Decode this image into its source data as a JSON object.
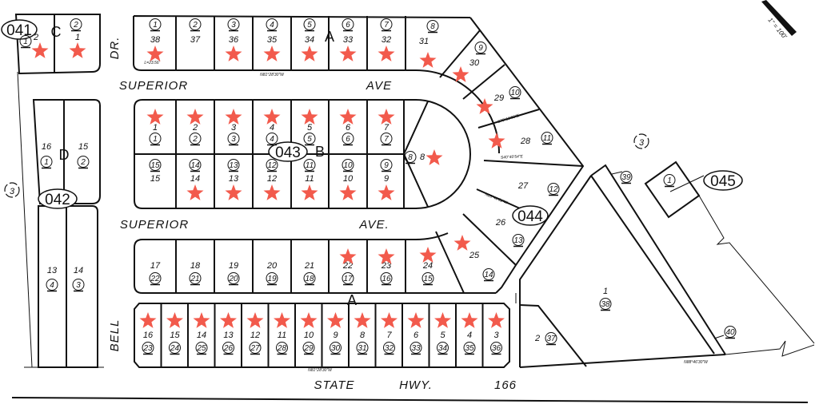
{
  "map": {
    "scale_label": "1\" = 100'",
    "area_number": "3",
    "book_pages": {
      "p041": "041",
      "p042": "042",
      "p043": "043",
      "p044": "044",
      "p045": "045"
    },
    "block_letters": {
      "north": "A",
      "south": "A",
      "middle": "B",
      "west_c": "C",
      "west_d": "D"
    },
    "streets": {
      "superior_north": "SUPERIOR",
      "ave_north": "AVE",
      "superior_south": "SUPERIOR",
      "ave_south": "AVE.",
      "dr": "DR.",
      "bell": "BELL",
      "state": "STATE",
      "hwy": "HWY.",
      "route": "166"
    },
    "bearings": {
      "north_row": "N81°28'30\"W",
      "bell_row": "N81°28'30\"W",
      "bottom": "N88°46'30\"W",
      "curve_north": "L=23.56'",
      "e_lot28": "S40°40'54\"E",
      "e_lot29": "S70°10'05\"E",
      "e_lot26": "N28°41'51\"W"
    },
    "star_color": "#f25a4c",
    "lots": {
      "north_row": [
        {
          "lot": "38",
          "parcel": "1",
          "starred": true
        },
        {
          "lot": "37",
          "parcel": "2",
          "starred": false
        },
        {
          "lot": "36",
          "parcel": "3",
          "starred": true
        },
        {
          "lot": "35",
          "parcel": "4",
          "starred": true
        },
        {
          "lot": "34",
          "parcel": "5",
          "starred": true
        },
        {
          "lot": "33",
          "parcel": "6",
          "starred": true
        },
        {
          "lot": "32",
          "parcel": "7",
          "starred": true
        },
        {
          "lot": "31",
          "parcel": "8",
          "starred": true
        }
      ],
      "block_c": [
        {
          "lot": "2",
          "parcel": "1",
          "starred": true
        },
        {
          "lot": "1",
          "parcel": "2",
          "starred": true
        }
      ],
      "block_d": [
        {
          "lot": "16",
          "parcel": "1",
          "starred": false
        },
        {
          "lot": "15",
          "parcel": "2",
          "starred": false
        }
      ],
      "block_042": [
        {
          "lot": "13",
          "parcel": "4",
          "starred": false
        },
        {
          "lot": "14",
          "parcel": "3",
          "starred": false
        }
      ],
      "block_b_north": [
        {
          "lot": "1",
          "parcel": "1",
          "starred": true
        },
        {
          "lot": "2",
          "parcel": "2",
          "starred": true
        },
        {
          "lot": "3",
          "parcel": "3",
          "starred": true
        },
        {
          "lot": "4",
          "parcel": "4",
          "starred": true
        },
        {
          "lot": "5",
          "parcel": "5",
          "starred": true
        },
        {
          "lot": "6",
          "parcel": "6",
          "starred": true
        },
        {
          "lot": "7",
          "parcel": "7",
          "starred": true
        },
        {
          "lot": "8",
          "parcel": "8",
          "starred": true
        }
      ],
      "block_b_south": [
        {
          "lot": "15",
          "parcel": "15",
          "starred": false
        },
        {
          "lot": "14",
          "parcel": "14",
          "starred": true
        },
        {
          "lot": "13",
          "parcel": "13",
          "starred": true
        },
        {
          "lot": "12",
          "parcel": "12",
          "starred": true
        },
        {
          "lot": "11",
          "parcel": "11",
          "starred": true
        },
        {
          "lot": "10",
          "parcel": "10",
          "starred": true
        },
        {
          "lot": "9",
          "parcel": "9",
          "starred": true
        }
      ],
      "south_row": [
        {
          "lot": "17",
          "parcel": "22",
          "starred": false
        },
        {
          "lot": "18",
          "parcel": "21",
          "starred": false
        },
        {
          "lot": "19",
          "parcel": "20",
          "starred": false
        },
        {
          "lot": "20",
          "parcel": "19",
          "starred": false
        },
        {
          "lot": "21",
          "parcel": "18",
          "starred": false
        },
        {
          "lot": "22",
          "parcel": "17",
          "starred": true
        },
        {
          "lot": "23",
          "parcel": "16",
          "starred": true
        },
        {
          "lot": "24",
          "parcel": "15",
          "starred": true
        },
        {
          "lot": "25",
          "parcel": "14",
          "starred": true
        }
      ],
      "east_ring": [
        {
          "lot": "30",
          "parcel": "9",
          "starred": true
        },
        {
          "lot": "29",
          "parcel": "10",
          "starred": true
        },
        {
          "lot": "28",
          "parcel": "11",
          "starred": true
        },
        {
          "lot": "27",
          "parcel": "12",
          "starred": false
        },
        {
          "lot": "26",
          "parcel": "13",
          "starred": false
        }
      ],
      "bell_row": [
        {
          "lot": "16",
          "parcel": "23",
          "starred": true
        },
        {
          "lot": "15",
          "parcel": "24",
          "starred": true
        },
        {
          "lot": "14",
          "parcel": "25",
          "starred": true
        },
        {
          "lot": "13",
          "parcel": "26",
          "starred": true
        },
        {
          "lot": "12",
          "parcel": "27",
          "starred": true
        },
        {
          "lot": "11",
          "parcel": "28",
          "starred": true
        },
        {
          "lot": "10",
          "parcel": "29",
          "starred": true
        },
        {
          "lot": "9",
          "parcel": "30",
          "starred": true
        },
        {
          "lot": "8",
          "parcel": "31",
          "starred": true
        },
        {
          "lot": "7",
          "parcel": "32",
          "starred": true
        },
        {
          "lot": "6",
          "parcel": "33",
          "starred": true
        },
        {
          "lot": "5",
          "parcel": "34",
          "starred": true
        },
        {
          "lot": "4",
          "parcel": "35",
          "starred": true
        },
        {
          "lot": "3",
          "parcel": "36",
          "starred": true
        }
      ],
      "east_tract": [
        {
          "lot": "1",
          "parcel": "38",
          "starred": false
        },
        {
          "lot": "2",
          "parcel": "37",
          "starred": false
        },
        {
          "lot": "",
          "parcel": "39",
          "starred": false
        },
        {
          "lot": "",
          "parcel": "40",
          "starred": false
        },
        {
          "lot": "",
          "parcel": "1",
          "starred": false
        }
      ]
    }
  }
}
